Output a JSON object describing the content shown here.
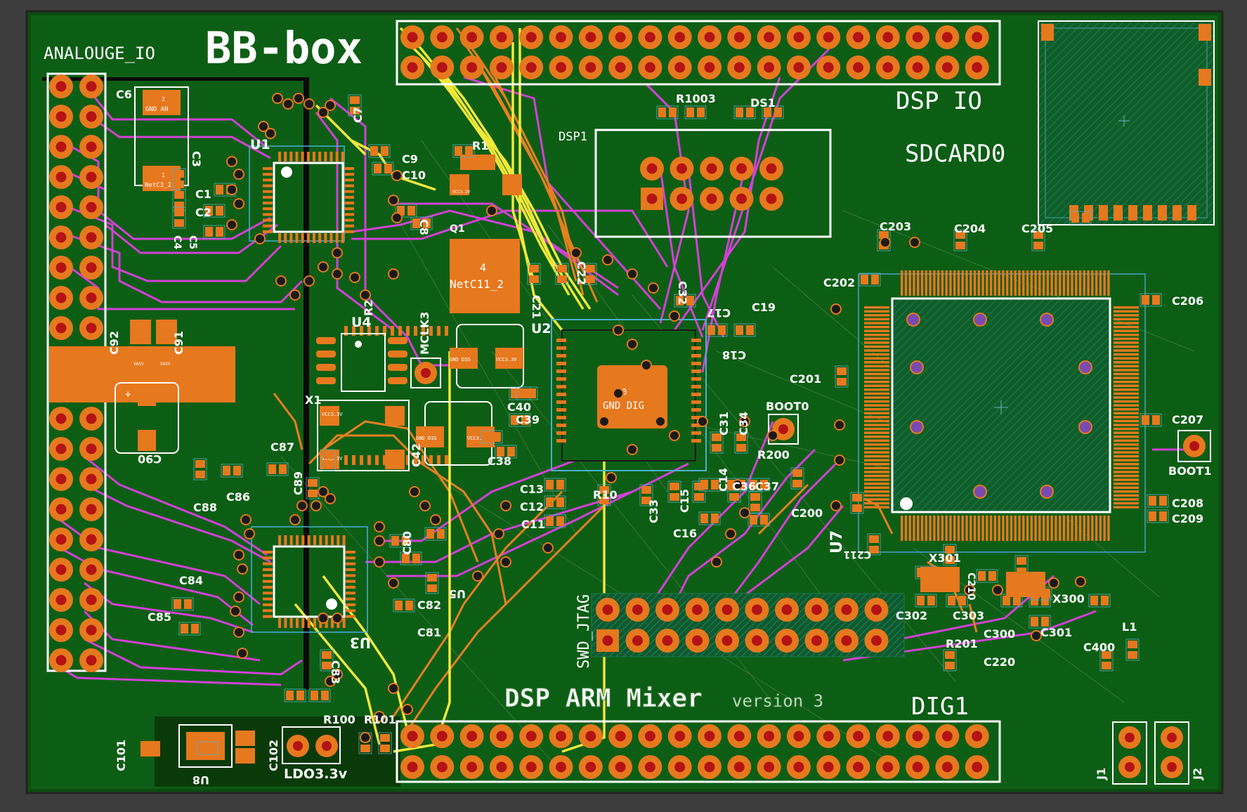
{
  "board": {
    "title": "BB-box",
    "footer_title": "DSP ARM Mixer",
    "footer_version": "version 3",
    "colors": {
      "background": "#3d3d3d",
      "substrate": "#0b4d0b",
      "copper_fill": "#0f6a1c",
      "pad": "#e6781e",
      "top_trace": "#e57a1a",
      "bottom_trace": "#d340d6",
      "power_trace": "#f0e83a",
      "silkscreen": "#ffffff",
      "keepout": "#111111"
    }
  },
  "headers": {
    "analog": "ANALOUGE_IO",
    "dsp": "DSP IO",
    "sd": "SDCARD0",
    "jtag": "SWD_JTAG",
    "dig": "DIG1",
    "dsp1": "DSP1"
  },
  "components": {
    "u1": "U1",
    "u2": "U2",
    "u3": "U3",
    "u4": "U4",
    "u5": "U5",
    "u7": "U7",
    "u8": "U8",
    "x1": "X1",
    "x300": "X300",
    "x301": "X301",
    "q1": "Q1",
    "l1": "L1",
    "j1": "J1",
    "j2": "J2",
    "mclk3": "MCLK3",
    "boot0": "BOOT0",
    "boot1": "BOOT1",
    "ldo": "LDO3.3v",
    "ds1": "DS1",
    "r1": "R1",
    "r2": "R2",
    "r10": "R10",
    "r100": "R100",
    "r101": "R101",
    "r200": "R200",
    "r201": "R201",
    "r1003": "R1003",
    "c1": "C1",
    "c2": "C2",
    "c3": "C3",
    "c4": "C4",
    "c5": "C5",
    "c6": "C6",
    "c7": "C7",
    "c8": "C8",
    "c9": "C9",
    "c10": "C10",
    "c11": "C11",
    "c12": "C12",
    "c13": "C13",
    "c14": "C14",
    "c15": "C15",
    "c16": "C16",
    "c17": "C17",
    "c18": "C18",
    "c19": "C19",
    "c21": "C21",
    "c22": "C22",
    "c31": "C31",
    "c32": "C32",
    "c33": "C33",
    "c34": "C34",
    "c36": "C36",
    "c37": "C37",
    "c38": "C38",
    "c39": "C39",
    "c40": "C40",
    "c42": "C42",
    "c80": "C80",
    "c81": "C81",
    "c82": "C82",
    "c83": "C83",
    "c84": "C84",
    "c85": "C85",
    "c86": "C86",
    "c87": "C87",
    "c88": "C88",
    "c89": "C89",
    "c90": "C90",
    "c91": "C91",
    "c92": "C92",
    "c101": "C101",
    "c102": "C102",
    "c200": "C200",
    "c201": "C201",
    "c202": "C202",
    "c203": "C203",
    "c204": "C204",
    "c205": "C205",
    "c206": "C206",
    "c207": "C207",
    "c208": "C208",
    "c209": "C209",
    "c210": "C210",
    "c211": "C211",
    "c220": "C220",
    "c300": "C300",
    "c301": "C301",
    "c302": "C302",
    "c303": "C303",
    "c400": "C400"
  },
  "nets": {
    "gnd_an": "GND AN",
    "netc3_2": "NetC3_2",
    "netc11_2": "NetC11_2",
    "gnd_dig": "GND DIG",
    "vcc33": "VCC3.3V",
    "vasv": "VASV",
    "gnd_dig_u2": "GND DIG",
    "pad_num_4": "4",
    "pad_num_1": "1",
    "pad_num_2": "2",
    "pad_num_0": "0"
  }
}
